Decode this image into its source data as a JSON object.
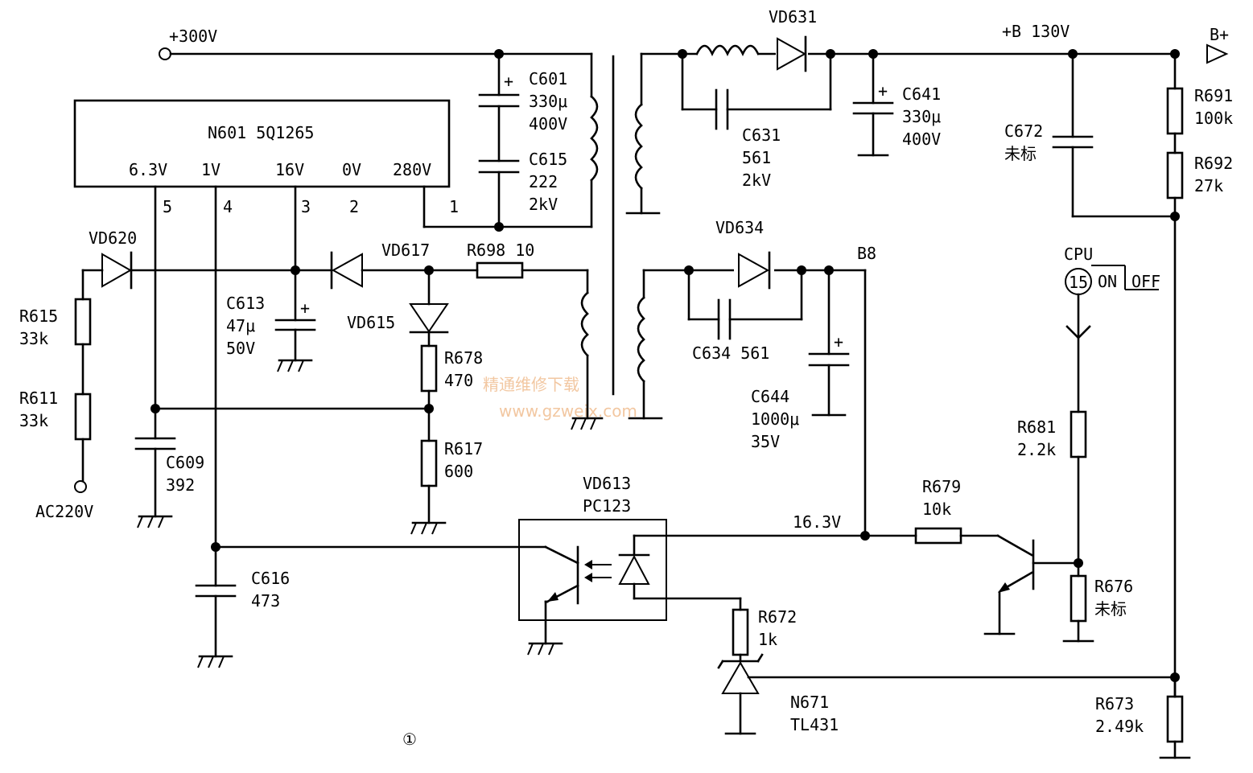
{
  "nets": {
    "v300": "+300V",
    "b130": "+B 130V",
    "bplus": "B+",
    "b8": "B8",
    "v163": "16.3V",
    "ac": "AC220V"
  },
  "ic": {
    "name": "N601 5Q1265",
    "pins": [
      "6.3V",
      "1V",
      "16V",
      "0V",
      "280V"
    ],
    "pin_numbers": [
      "5",
      "4",
      "3",
      "2",
      "1"
    ]
  },
  "parts": {
    "c601": [
      "C601",
      "330μ",
      "400V"
    ],
    "c615": [
      "C615",
      "222",
      "2kV"
    ],
    "vd631": "VD631",
    "c631": [
      "C631",
      "561",
      "2kV"
    ],
    "c641": [
      "C641",
      "330μ",
      "400V"
    ],
    "c672": [
      "C672",
      "未标"
    ],
    "r691": [
      "R691",
      "100k"
    ],
    "r692": [
      "R692",
      "27k"
    ],
    "vd620": "VD620",
    "vd617": "VD617",
    "r698": "R698 10",
    "c613": [
      "C613",
      "47μ",
      "50V"
    ],
    "vd615": "VD615",
    "r678": [
      "R678",
      "470"
    ],
    "r615": [
      "R615",
      "33k"
    ],
    "r611": [
      "R611",
      "33k"
    ],
    "c609": [
      "C609",
      "392"
    ],
    "r617": [
      "R617",
      "600"
    ],
    "vd634": "VD634",
    "c634": "C634 561",
    "c644": [
      "C644",
      "1000μ",
      "35V"
    ],
    "cpu": "CPU",
    "cpu_pin": "15",
    "on": "ON",
    "off": "OFF",
    "r681": [
      "R681",
      "2.2k"
    ],
    "vd613": [
      "VD613",
      "PC123"
    ],
    "r679": [
      "R679",
      "10k"
    ],
    "c616": [
      "C616",
      "473"
    ],
    "r676": [
      "R676",
      "未标"
    ],
    "r672": [
      "R672",
      "1k"
    ],
    "n671": [
      "N671",
      "TL431"
    ],
    "r673": [
      "R673",
      "2.49k"
    ]
  },
  "figure_number": "①",
  "watermark": {
    "text": "精通维修下载",
    "url": "www.gzweix.com"
  },
  "colors": {
    "wire": "#000000",
    "watermark": "#f2c7a1"
  }
}
